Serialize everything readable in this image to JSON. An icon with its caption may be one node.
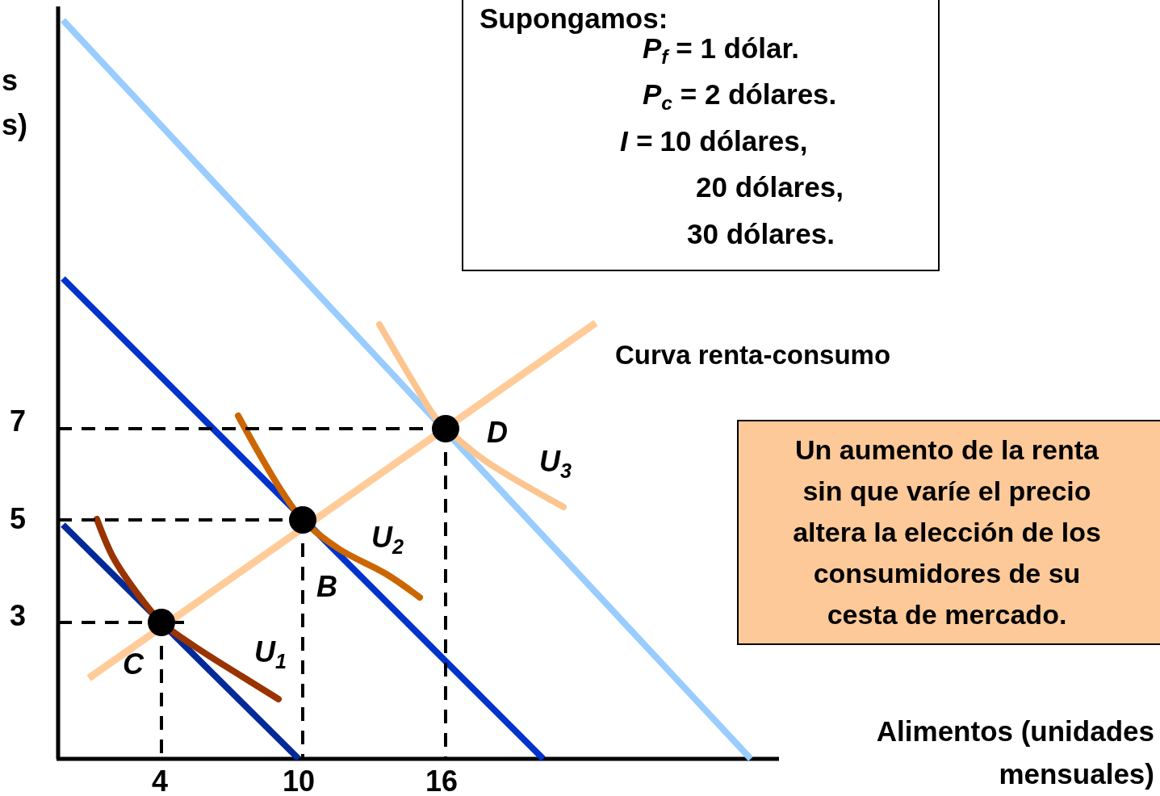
{
  "diagram": {
    "nodes": [
      {
        "text": [
          "Supongamos:",
          "*P*$_{f}$ = 1 dólar.",
          "*P*$_{c}$ = 2 dólares.",
          "*I =* 10 dólares,",
          "20 dólares,",
          "30 dólares."
        ]
      },
      {
        "text": [
          "Un aumento de la renta sin que varíe el precio altera la elección de los consumidores de su cesta de mercado."
        ]
      }
    ],
    "edges": [],
    "labels": [
      "s",
      "s)",
      "Curva renta-consumo",
      "7",
      "D",
      "U$_{3}$",
      "5",
      "U$_{2}$",
      "B",
      "3",
      "U$_{1}$",
      "C",
      "4",
      "10",
      "16",
      "Alimentos (unidades mensuales)"
    ]
  }
}
